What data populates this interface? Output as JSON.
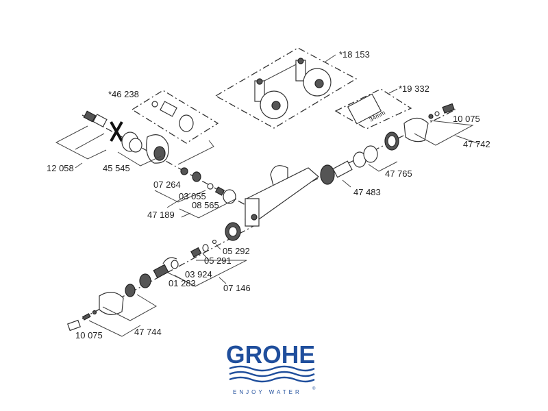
{
  "diagram": {
    "labels": {
      "p46238": "*46 238",
      "p12058": "12 058",
      "p45545": "45 545",
      "p07264": "07 264",
      "p03055": "03 055",
      "p08565": "08 565",
      "p47189": "47 189",
      "p18153": "*18 153",
      "p19332": "*19 332",
      "mm34": "34mm",
      "p10075a": "10 075",
      "p47742": "47 742",
      "p47765": "47 765",
      "p47483": "47 483",
      "p05292": "05 292",
      "p05291": "05 291",
      "p03924": "03 924",
      "p01283": "01 283",
      "p07146": "07 146",
      "p10075b": "10 075",
      "p47744": "47 744"
    }
  },
  "logo": {
    "brand": "GROHE",
    "tagline": "ENJOY WATER",
    "mark": "®",
    "color": "#1f4e9c"
  }
}
